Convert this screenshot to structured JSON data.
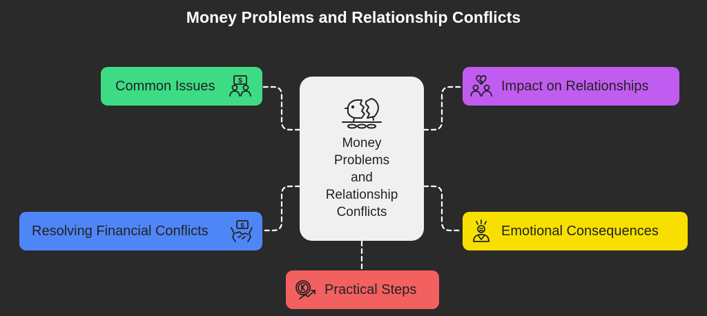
{
  "title": "Money Problems and Relationship Conflicts",
  "center": {
    "lines": [
      "Money",
      "Problems",
      "and",
      "Relationship",
      "Conflicts"
    ],
    "icon": "broken-piggy-bank-icon"
  },
  "nodes": {
    "common_issues": {
      "label": "Common Issues",
      "color": "#3ddc84",
      "icon": "money-bill-people-icon"
    },
    "impact": {
      "label": "Impact on Relationships",
      "color": "#c15cf0",
      "icon": "broken-heart-couple-icon"
    },
    "resolving": {
      "label": "Resolving Financial Conflicts",
      "color": "#4f86f7",
      "icon": "money-handshake-icon"
    },
    "emotional": {
      "label": "Emotional Consequences",
      "color": "#f7e000",
      "icon": "stressed-person-icon"
    },
    "practical": {
      "label": "Practical Steps",
      "color": "#f26060",
      "icon": "money-growth-arrow-icon"
    }
  },
  "colors": {
    "background": "#2a2a2a",
    "center_box": "#f0f0f0",
    "connector": "#ffffff"
  }
}
